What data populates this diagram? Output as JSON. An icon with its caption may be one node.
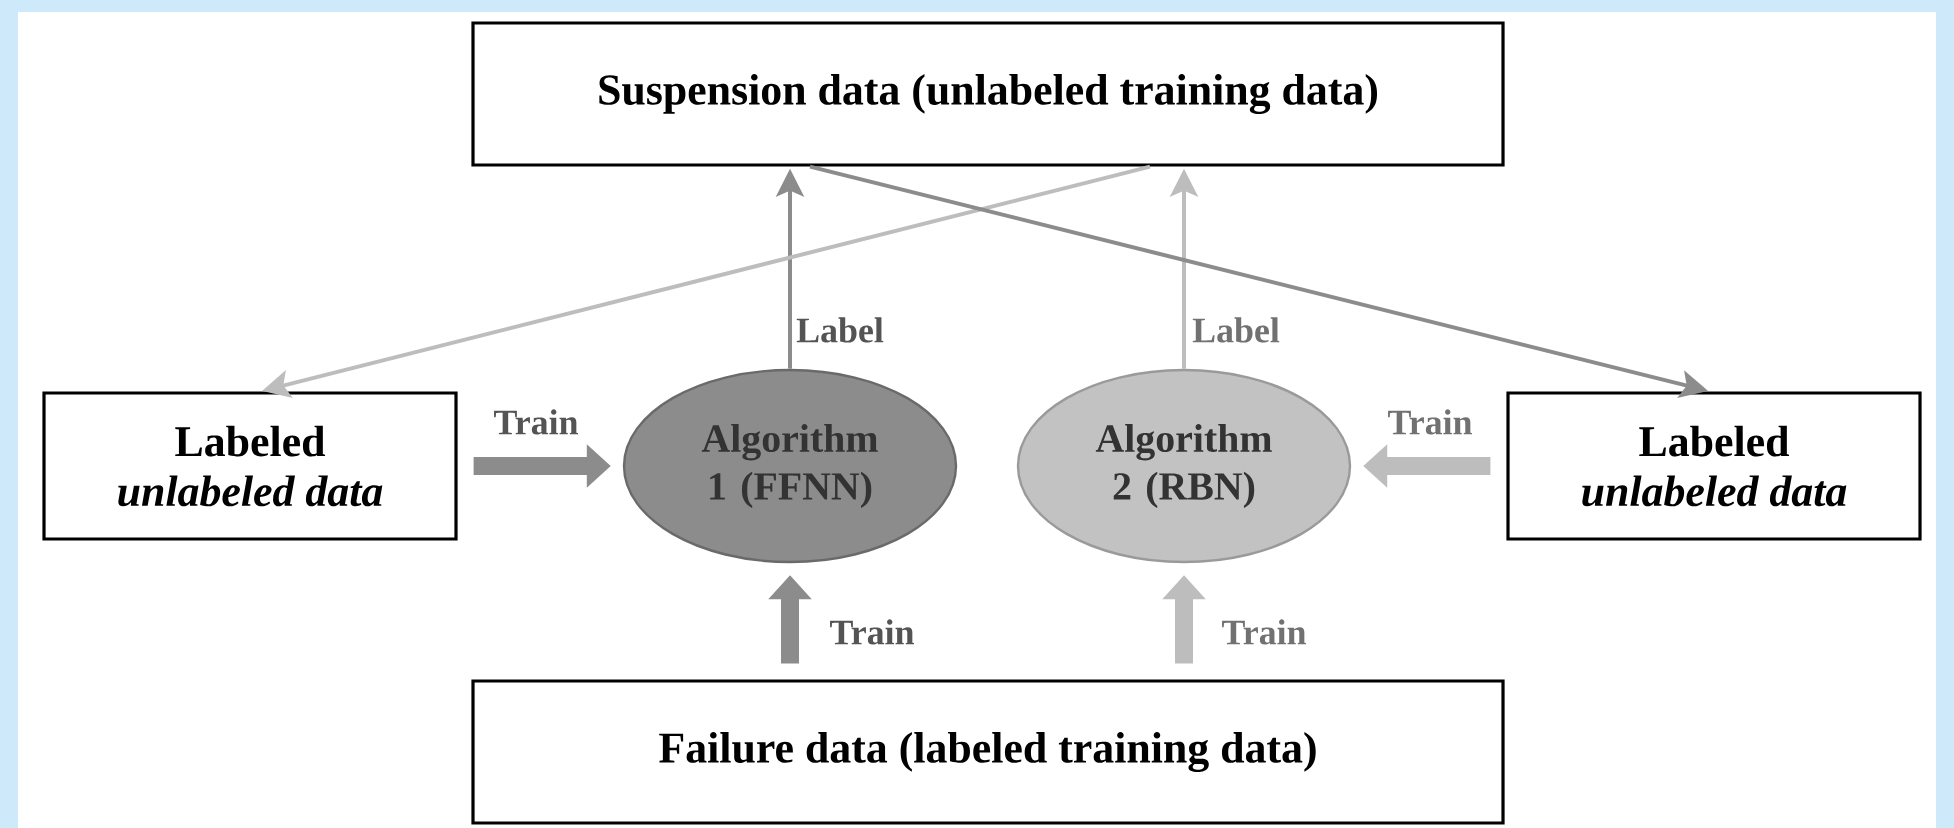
{
  "diagram": {
    "nodes": [
      {
        "text": [
          "Suspension data (unlabeled training data)"
        ]
      },
      {
        "text": [
          "Labeled",
          "unlabeled data"
        ]
      },
      {
        "text": [
          "Algorithm 1 (FFNN)"
        ]
      },
      {
        "text": [
          "Algorithm 2 (RBN)"
        ]
      },
      {
        "text": [
          "Labeled",
          "unlabeled data"
        ]
      },
      {
        "text": [
          "Failure data (labeled training data)"
        ]
      }
    ],
    "edges": [
      {
        "from": 2,
        "to": 0,
        "arrow": "to",
        "label": "Label",
        "color": "#8c8c8c"
      },
      {
        "from": 3,
        "to": 0,
        "arrow": "to",
        "label": "Label",
        "color": "#bdbdbd"
      },
      {
        "from": 0,
        "to": 1,
        "arrow": "to",
        "color": "#bdbdbd"
      },
      {
        "from": 0,
        "to": 4,
        "arrow": "to",
        "color": "#8c8c8c"
      },
      {
        "from": 1,
        "to": 2,
        "arrow": "to",
        "label": "Train",
        "style": "thick",
        "color": "#8c8c8c"
      },
      {
        "from": 4,
        "to": 3,
        "arrow": "to",
        "label": "Train",
        "style": "thick",
        "color": "#bdbdbd"
      },
      {
        "from": 5,
        "to": 2,
        "arrow": "to",
        "label": "Train",
        "style": "thick",
        "color": "#8c8c8c"
      },
      {
        "from": 5,
        "to": 3,
        "arrow": "to",
        "label": "Train",
        "style": "thick",
        "color": "#bdbdbd"
      }
    ]
  }
}
